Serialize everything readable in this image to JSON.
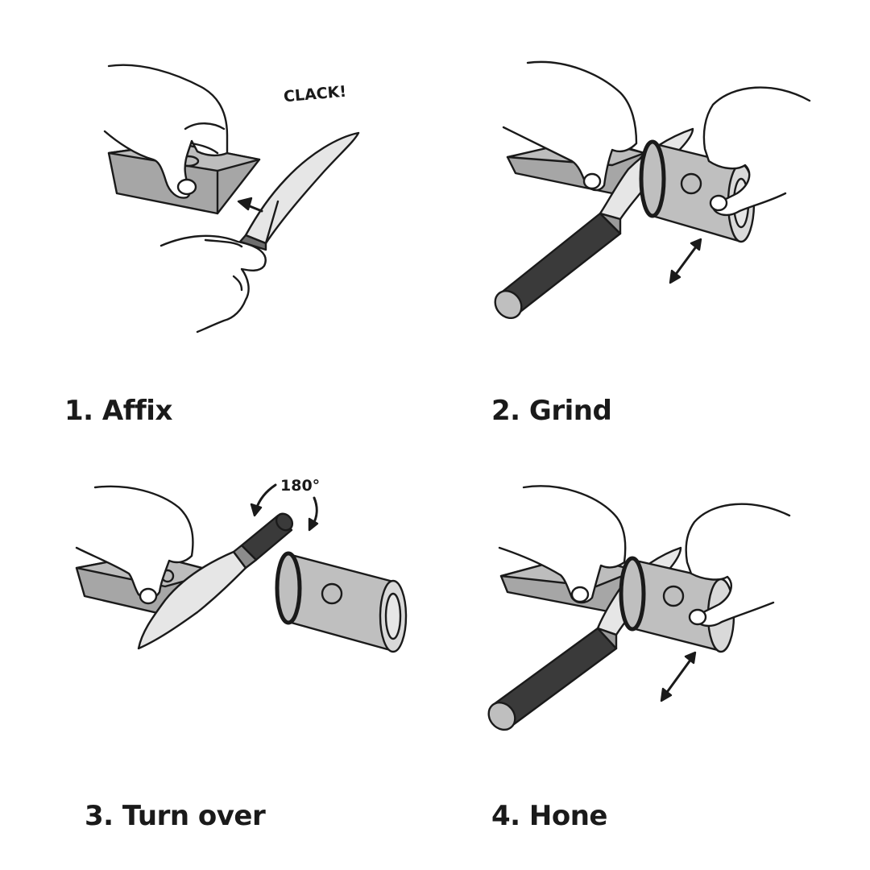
{
  "steps": [
    {
      "label": "1. Affix"
    },
    {
      "label": "2. Grind"
    },
    {
      "label": "3. Turn over"
    },
    {
      "label": "4. Hone"
    }
  ],
  "annotations": {
    "clack": "CLACK!",
    "rotation": "180°"
  },
  "colors": {
    "stroke": "#1a1a1a",
    "stone": "#a6a6a6",
    "stone_dark": "#8c8c8c",
    "roller": "#bfbfbf",
    "handle": "#3a3a3a",
    "blade": "#e6e6e6"
  }
}
